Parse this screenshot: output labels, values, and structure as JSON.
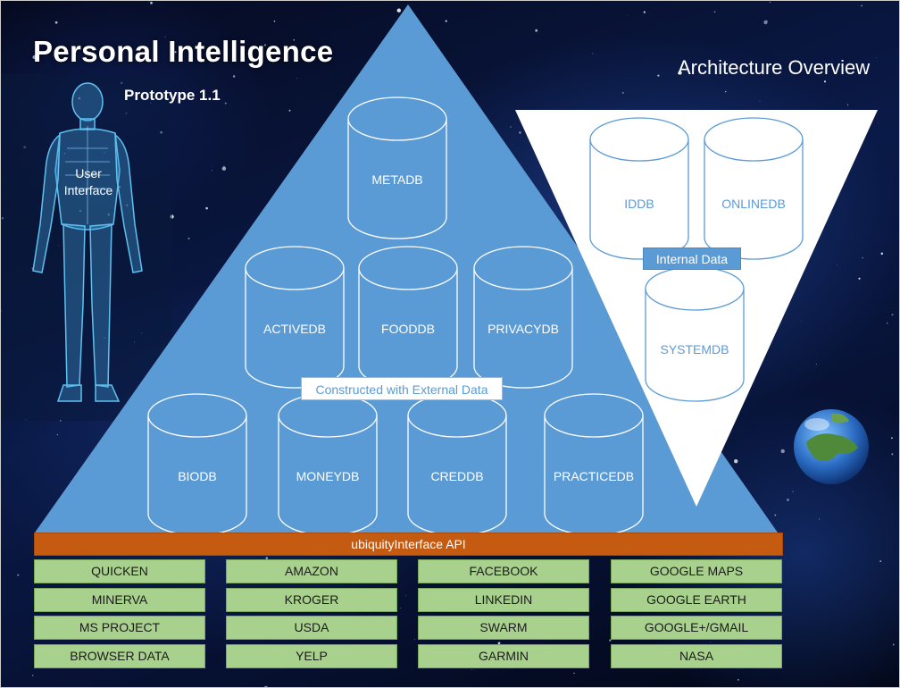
{
  "header": {
    "title": "Personal Intelligence",
    "subtitle": "Prototype 1.1",
    "overview": "Architecture Overview"
  },
  "user_interface_label": "User Interface",
  "pyramid": {
    "label": "Constructed with External Data",
    "databases": {
      "top": [
        "METADB"
      ],
      "middle": [
        "ACTIVEDB",
        "FOODDB",
        "PRIVACYDB"
      ],
      "bottom": [
        "BIODB",
        "MONEYDB",
        "CREDDB",
        "PRACTICEDB"
      ]
    }
  },
  "inverted_triangle": {
    "label": "Internal Data",
    "databases": [
      "IDDB",
      "ONLINEDB",
      "SYSTEMDB"
    ]
  },
  "api_bar": "ubiquityInterface API",
  "sources": [
    [
      "QUICKEN",
      "MINERVA",
      "MS PROJECT",
      "BROWSER DATA"
    ],
    [
      "AMAZON",
      "KROGER",
      "USDA",
      "YELP"
    ],
    [
      "FACEBOOK",
      "LINKEDIN",
      "SWARM",
      "GARMIN"
    ],
    [
      "GOOGLE MAPS",
      "GOOGLE EARTH",
      "GOOGLE+/GMAIL",
      "NASA"
    ]
  ],
  "colors": {
    "pyramid_fill": "#5b9bd5",
    "api_bar": "#c55a11",
    "source_box": "#a9d18e",
    "inverted_triangle_fill": "#ffffff"
  },
  "icons": [
    "human-body-icon",
    "earth-globe-icon"
  ]
}
